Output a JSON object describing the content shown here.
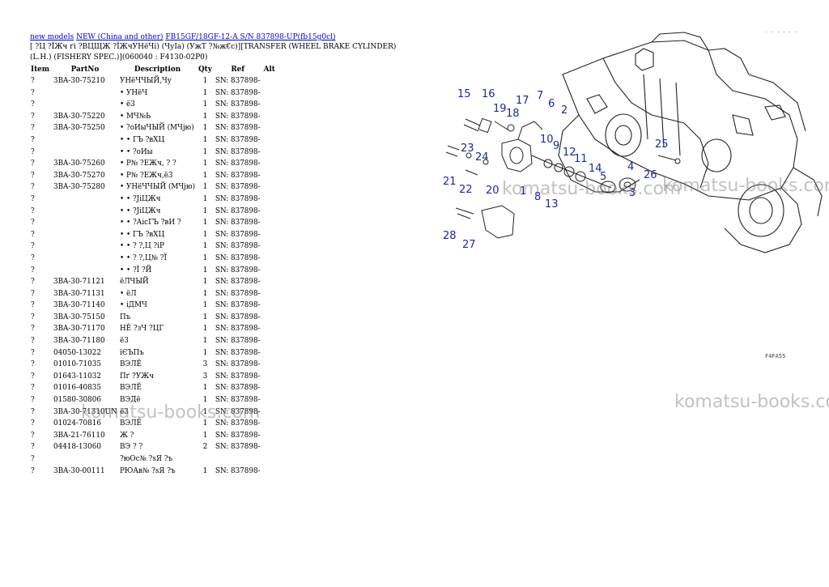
{
  "breadcrumb": {
    "link1": "new models",
    "link2": "NEW (China and other)",
    "link3": "FB15GF/18GF-12-A S/N 837898-UP(fb15g0cl)"
  },
  "title": "[ ?Ц ?ЇЖч ґі ?ВЦЩЖ ?ЇЖчУНёЧі) (ЧуІа) (УжТ ?№ж€с)][TRANSFER (WHEEL BRAKE CYLINDER)(L.H.) (FISHERY SPEC.)](060040 : F4130-02P0)",
  "table": {
    "headers": [
      "Item",
      "PartNo",
      "Description",
      "Qty",
      "Ref",
      "Alt"
    ],
    "rows": [
      {
        "item": "?",
        "part": "3BA-30-75210",
        "desc": "УНёЧЧЫЙ,Чу",
        "qty": "1",
        "ref": "SN: 837898-",
        "alt": ""
      },
      {
        "item": "?",
        "part": "",
        "desc": "• УНёЧ",
        "qty": "1",
        "ref": "SN: 837898-",
        "alt": ""
      },
      {
        "item": "?",
        "part": "",
        "desc": "• ё3",
        "qty": "1",
        "ref": "SN: 837898-",
        "alt": ""
      },
      {
        "item": "?",
        "part": "3BA-30-75220",
        "desc": "• МЧ№Ь",
        "qty": "1",
        "ref": "SN: 837898-",
        "alt": ""
      },
      {
        "item": "?",
        "part": "3BA-30-75250",
        "desc": "• ?оИыЧЫЙ (МЧјю)",
        "qty": "1",
        "ref": "SN: 837898-",
        "alt": ""
      },
      {
        "item": "?",
        "part": "",
        "desc": "• • ГЪ ?вХЦ",
        "qty": "1",
        "ref": "SN: 837898-",
        "alt": ""
      },
      {
        "item": "?",
        "part": "",
        "desc": "• • ?оИы",
        "qty": "1",
        "ref": "SN: 837898-",
        "alt": ""
      },
      {
        "item": "?",
        "part": "3BA-30-75260",
        "desc": "• Р№ ?ЕЖч, ? ?",
        "qty": "1",
        "ref": "SN: 837898-",
        "alt": ""
      },
      {
        "item": "?",
        "part": "3BA-30-75270",
        "desc": "• Р№ ?ЕЖч,ё3",
        "qty": "1",
        "ref": "SN: 837898-",
        "alt": ""
      },
      {
        "item": "?",
        "part": "3BA-30-75280",
        "desc": "• УНёЧЧЫЙ (МЧјю)",
        "qty": "1",
        "ref": "SN: 837898-",
        "alt": ""
      },
      {
        "item": "?",
        "part": "",
        "desc": "• • ?ЈіЦЖч",
        "qty": "1",
        "ref": "SN: 837898-",
        "alt": ""
      },
      {
        "item": "?",
        "part": "",
        "desc": "• • ?ЈіЦЖч",
        "qty": "1",
        "ref": "SN: 837898-",
        "alt": ""
      },
      {
        "item": "?",
        "part": "",
        "desc": "• • ?АісГЪ ?вИ ?",
        "qty": "1",
        "ref": "SN: 837898-",
        "alt": ""
      },
      {
        "item": "?",
        "part": "",
        "desc": "• • ГЪ ?вХЦ",
        "qty": "1",
        "ref": "SN: 837898-",
        "alt": ""
      },
      {
        "item": "?",
        "part": "",
        "desc": "• • ? ?,Ц ?іР",
        "qty": "1",
        "ref": "SN: 837898-",
        "alt": ""
      },
      {
        "item": "?",
        "part": "",
        "desc": "• • ? ?,Ц№ ?Ї",
        "qty": "1",
        "ref": "SN: 837898-",
        "alt": ""
      },
      {
        "item": "?",
        "part": "",
        "desc": "• • ?Ї ?Й",
        "qty": "1",
        "ref": "SN: 837898-",
        "alt": ""
      },
      {
        "item": "?",
        "part": "3BA-30-71121",
        "desc": "ёЛЧЫЙ",
        "qty": "1",
        "ref": "SN: 837898-",
        "alt": ""
      },
      {
        "item": "?",
        "part": "3BA-30-71131",
        "desc": "• ёЛ",
        "qty": "1",
        "ref": "SN: 837898-",
        "alt": ""
      },
      {
        "item": "?",
        "part": "3BA-30-71140",
        "desc": "• іДМЧ",
        "qty": "1",
        "ref": "SN: 837898-",
        "alt": ""
      },
      {
        "item": "?",
        "part": "3BA-30-75150",
        "desc": "Пъ",
        "qty": "1",
        "ref": "SN: 837898-",
        "alt": ""
      },
      {
        "item": "?",
        "part": "3BA-30-71170",
        "desc": "НЁ ?зЧ ?ЦГ",
        "qty": "1",
        "ref": "SN: 837898-",
        "alt": ""
      },
      {
        "item": "?",
        "part": "3BA-30-71180",
        "desc": "ё3",
        "qty": "1",
        "ref": "SN: 837898-",
        "alt": ""
      },
      {
        "item": "?",
        "part": "04050-13022",
        "desc": "їЄЪПъ",
        "qty": "1",
        "ref": "SN: 837898-",
        "alt": ""
      },
      {
        "item": "?",
        "part": "01010-71035",
        "desc": "ВЭЛЁ",
        "qty": "3",
        "ref": "SN: 837898-",
        "alt": ""
      },
      {
        "item": "?",
        "part": "01643-11032",
        "desc": "Пґ ?УЖч",
        "qty": "3",
        "ref": "SN: 837898-",
        "alt": ""
      },
      {
        "item": "?",
        "part": "01016-40835",
        "desc": "ВЭЛЁ",
        "qty": "1",
        "ref": "SN: 837898-",
        "alt": ""
      },
      {
        "item": "?",
        "part": "01580-30806",
        "desc": "ВЭДё",
        "qty": "1",
        "ref": "SN: 837898-",
        "alt": ""
      },
      {
        "item": "?",
        "part": "3BA-30-71310UN",
        "desc": "ё3",
        "qty": "1",
        "ref": "SN: 837898-",
        "alt": ""
      },
      {
        "item": "?",
        "part": "01024-70816",
        "desc": "ВЭЛЁ",
        "qty": "1",
        "ref": "SN: 837898-",
        "alt": ""
      },
      {
        "item": "?",
        "part": "3BA-21-76110",
        "desc": "Ж ?",
        "qty": "1",
        "ref": "SN: 837898-",
        "alt": ""
      },
      {
        "item": "?",
        "part": "04418-13060",
        "desc": "ВЭ ? ?",
        "qty": "2",
        "ref": "SN: 837898-",
        "alt": ""
      },
      {
        "item": "?",
        "part": "",
        "desc": "?юОс№ ?sЯ ?ъ",
        "qty": "",
        "ref": "",
        "alt": ""
      },
      {
        "item": "?",
        "part": "3BA-30-00111",
        "desc": "РЮАв№ ?sЯ ?ъ",
        "qty": "1",
        "ref": "SN: 837898-",
        "alt": ""
      }
    ]
  },
  "diagram": {
    "callouts": [
      "15",
      "16",
      "19",
      "18",
      "17",
      "7",
      "6",
      "2",
      "23",
      "24",
      "10",
      "9",
      "12",
      "11",
      "25",
      "21",
      "22",
      "20",
      "1",
      "8",
      "13",
      "14",
      "5",
      "4",
      "3",
      "26",
      "28",
      "27"
    ],
    "code": "F4FA55",
    "top_mark": ". . . . . ."
  },
  "watermark": {
    "text": "komatsu-books.com"
  },
  "colors": {
    "link": "#0000cc",
    "callout": "#1a2a9a"
  }
}
